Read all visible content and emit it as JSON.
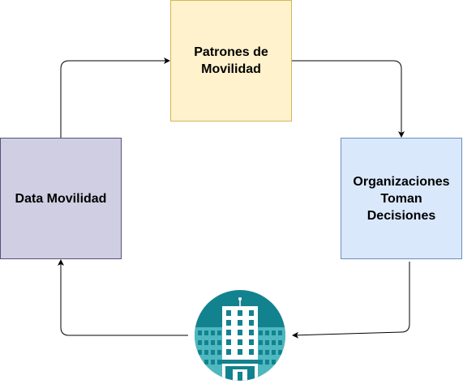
{
  "nodes": {
    "patrones": {
      "line1": "Patrones de",
      "line2": "Movilidad"
    },
    "organizaciones": {
      "line1": "Organizaciones",
      "line2": "Toman",
      "line3": "Decisiones"
    },
    "data": {
      "label": "Data Movilidad"
    },
    "building": {
      "icon": "office-building-icon"
    }
  },
  "colors": {
    "patrones_fill": "#fff2cc",
    "patrones_stroke": "#d6b656",
    "organizaciones_fill": "#dae8fc",
    "organizaciones_stroke": "#6c8ebf",
    "data_fill": "#d0cee2",
    "data_stroke": "#56517e",
    "building_circle": "#12838e",
    "building_light": "#4fb7bf",
    "edge": "#000000"
  }
}
